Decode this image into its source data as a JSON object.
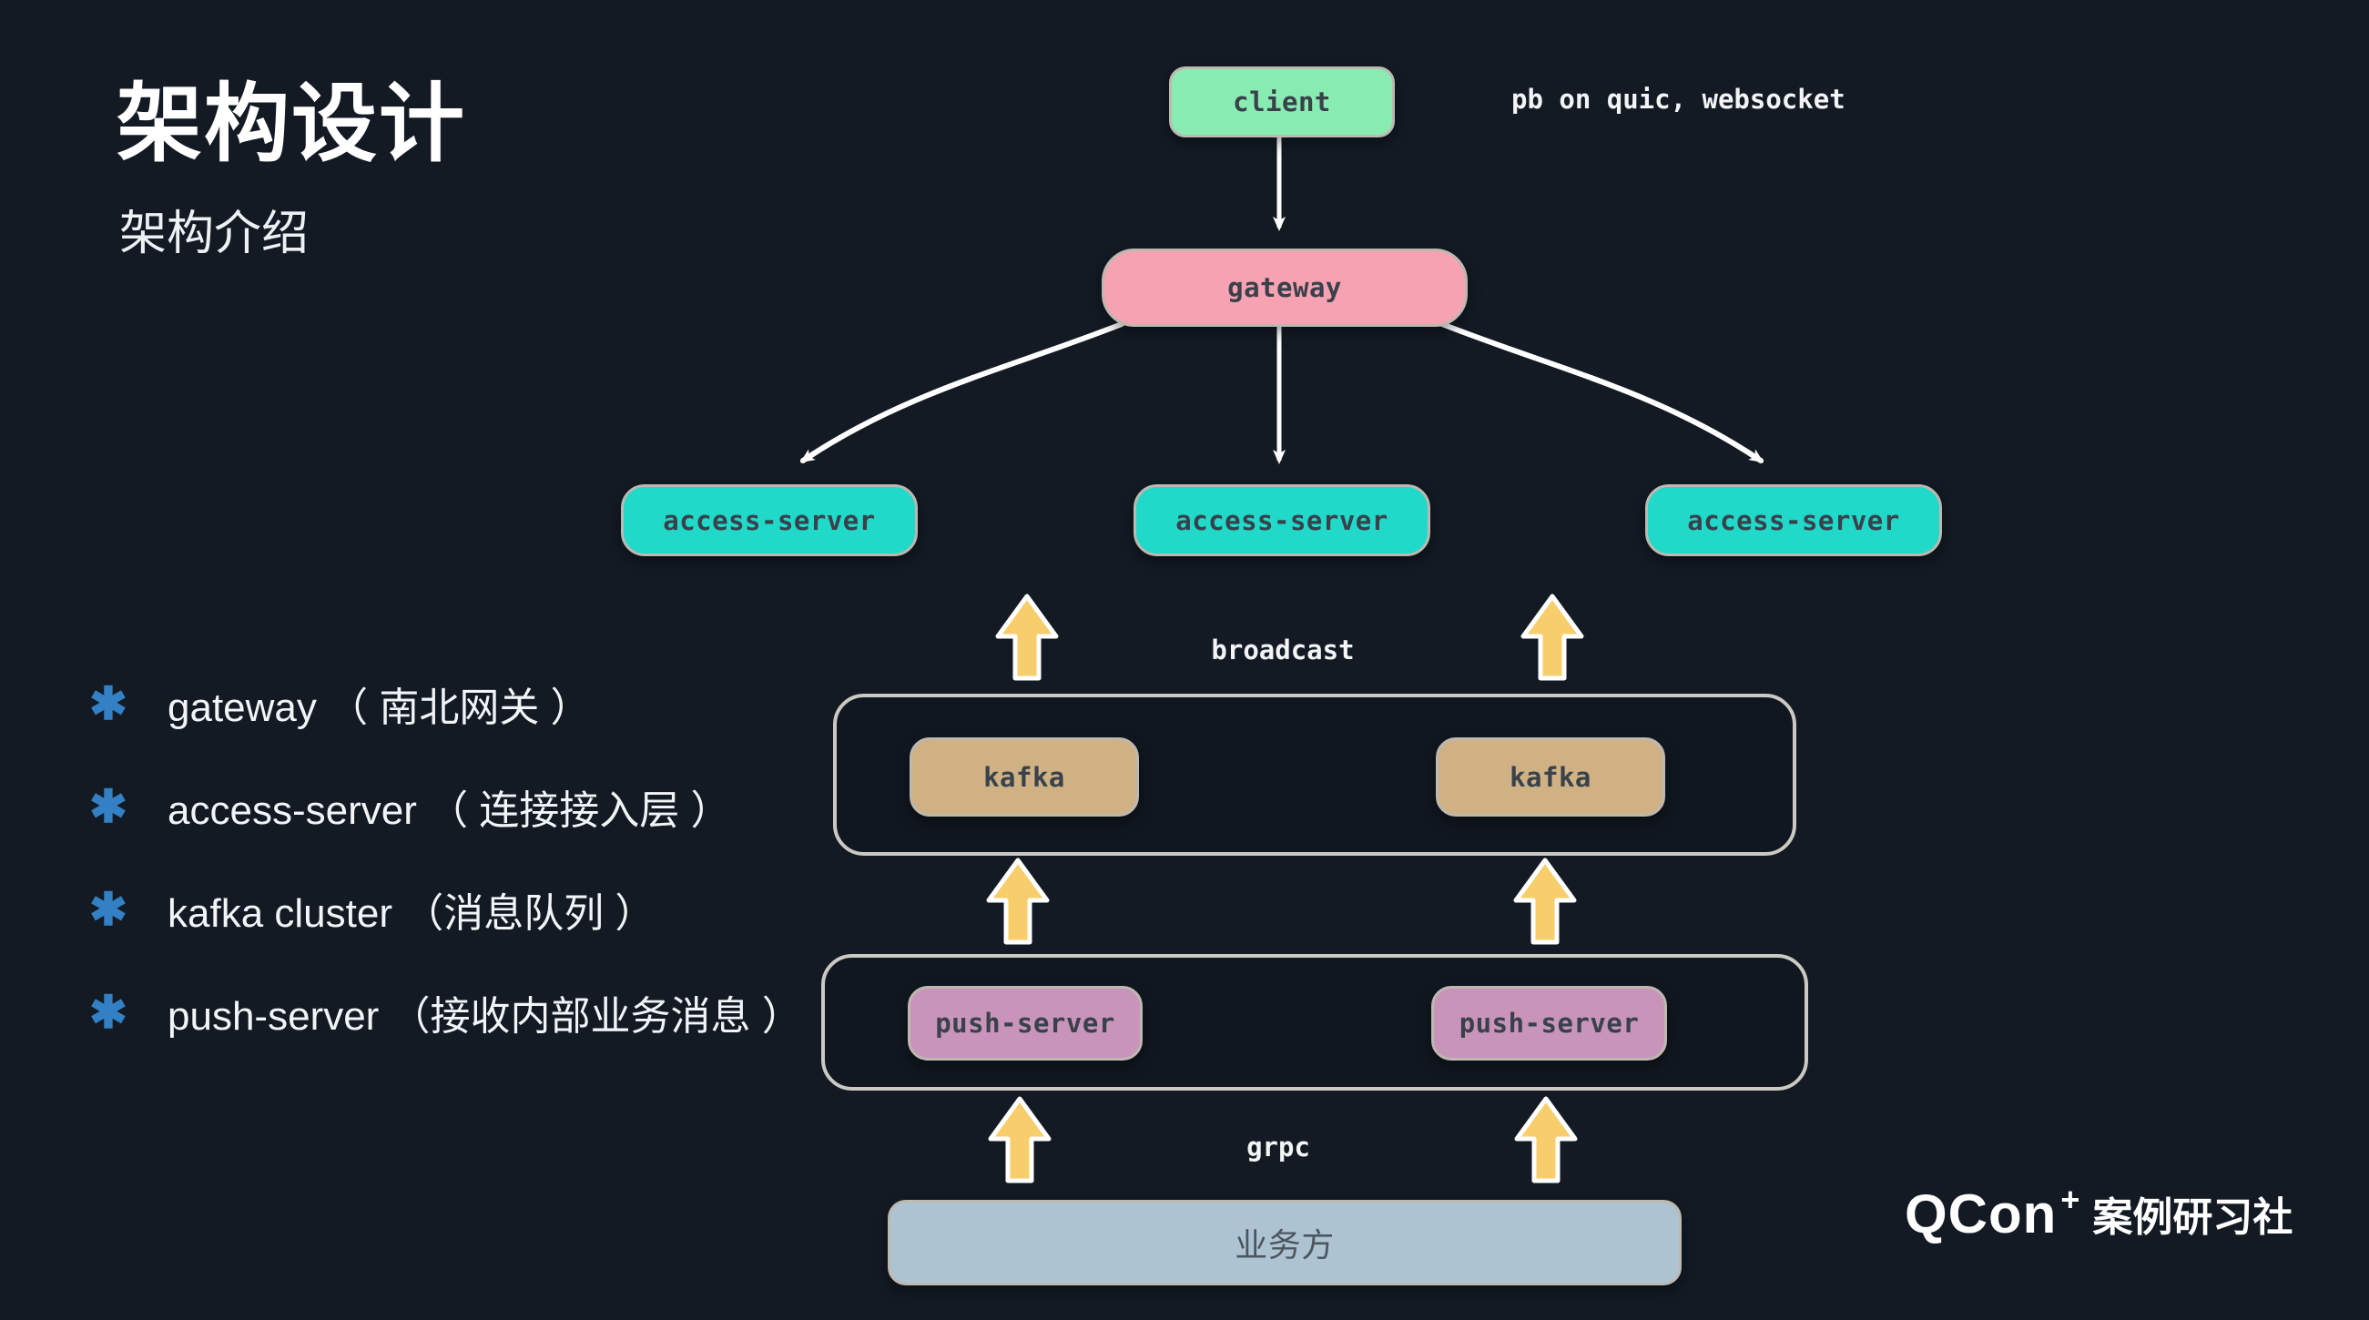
{
  "page": {
    "background": "#131a24",
    "accent_blue": "#3380c4",
    "arrow_yellow": "#f7ce6b",
    "wire_white": "#ffffff"
  },
  "header": {
    "title": "架构设计",
    "subtitle": "架构介绍"
  },
  "bullets": {
    "marker": "✱",
    "items": [
      "gateway （ 南北网关 ）",
      "access-server （ 连接接入层 ）",
      "kafka cluster （消息队列 ）",
      "push-server （接收内部业务消息 ）"
    ]
  },
  "diagram": {
    "client": {
      "label": "client",
      "color": "#88ecb2"
    },
    "gateway": {
      "label": "gateway",
      "color": "#f7a2b2"
    },
    "access_servers": [
      {
        "label": "access-server",
        "color": "#21d9c9"
      },
      {
        "label": "access-server",
        "color": "#21d9c9"
      },
      {
        "label": "access-server",
        "color": "#21d9c9"
      }
    ],
    "kafka_nodes": [
      {
        "label": "kafka",
        "color": "#d0b183"
      },
      {
        "label": "kafka",
        "color": "#d0b183"
      }
    ],
    "push_nodes": [
      {
        "label": "push-server",
        "color": "#c994ba"
      },
      {
        "label": "push-server",
        "color": "#c994ba"
      }
    ],
    "business": {
      "label": "业务方",
      "color": "#aec3d2"
    },
    "edge_labels": {
      "protocol": "pb on quic, websocket",
      "broadcast": "broadcast",
      "grpc": "grpc"
    }
  },
  "footer": {
    "brand": "QCon",
    "plus": "+",
    "suffix": "案例研习社"
  }
}
